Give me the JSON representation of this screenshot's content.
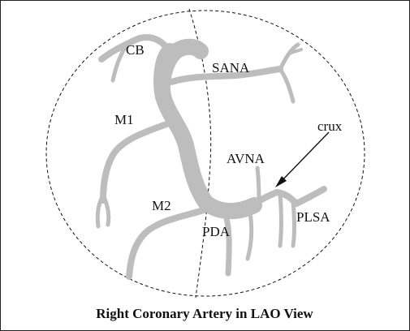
{
  "diagram": {
    "labels": {
      "cb": "CB",
      "sana": "SANA",
      "m1": "M1",
      "crux": "crux",
      "avna": "AVNA",
      "m2": "M2",
      "plsa": "PLSA",
      "pda": "PDA"
    },
    "caption": "Right Coronary Artery in LAO View",
    "colors": {
      "vessel": "#bdbdbd",
      "line": "#111111",
      "background": "#ffffff"
    }
  }
}
